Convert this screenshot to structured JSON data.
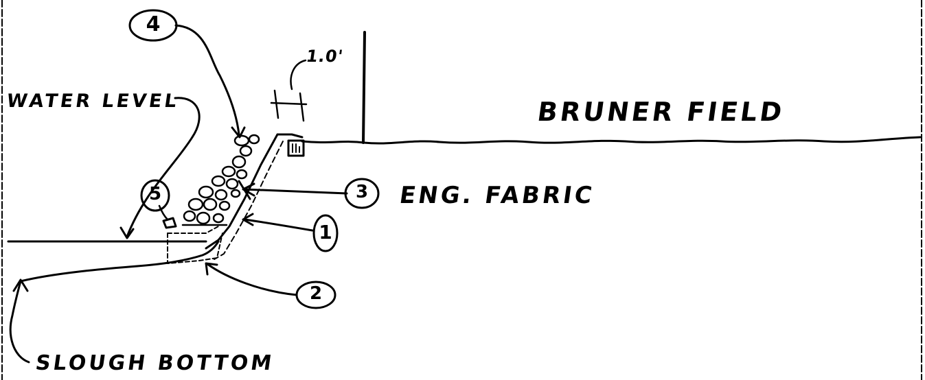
{
  "labels": {
    "water_level": "WATER LEVEL",
    "bruner_field": "BRUNER FIELD",
    "eng_fabric": "ENG. FABRIC",
    "slough_bottom": "SLOUGH BOTTOM",
    "dimension": "1.0'"
  },
  "callouts": {
    "one": "1",
    "two": "2",
    "three": "3",
    "four": "4",
    "five": "5"
  }
}
